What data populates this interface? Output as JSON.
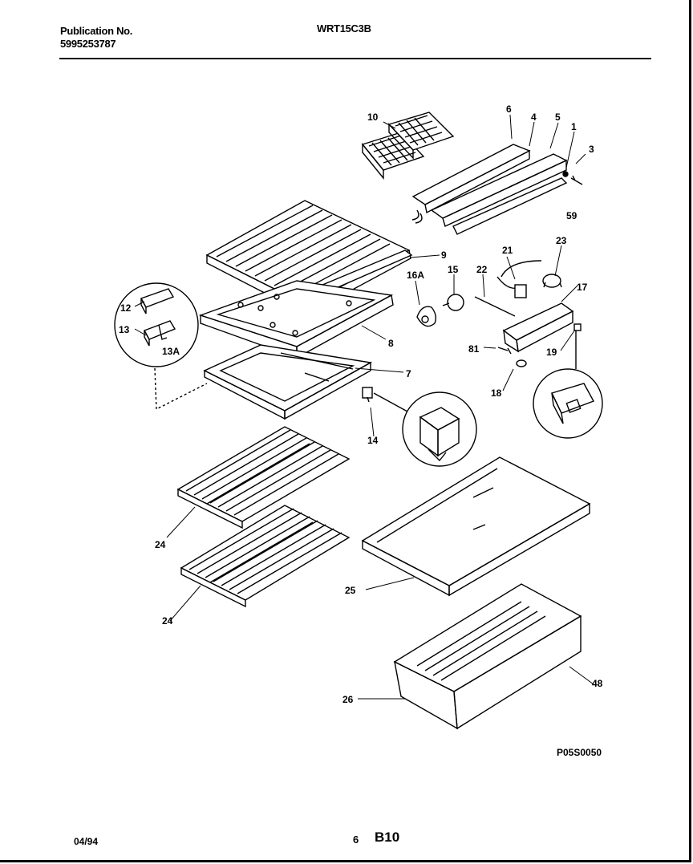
{
  "header": {
    "publication_label": "Publication No.",
    "publication_number": "5995253787",
    "model": "WRT15C3B"
  },
  "diagram": {
    "code": "P05S0050",
    "callouts": {
      "c10": "10",
      "c6a": "6",
      "c4": "4",
      "c5": "5",
      "c1": "1",
      "c3": "3",
      "c59": "59",
      "c9": "9",
      "c15": "15",
      "c16a": "16A",
      "c21": "21",
      "c22": "22",
      "c23": "23",
      "c17": "17",
      "c12": "12",
      "c13": "13",
      "c13a": "13A",
      "c8": "8",
      "c7": "7",
      "c81": "81",
      "c18": "18",
      "c19": "19",
      "c14": "14",
      "c24a": "24",
      "c24b": "24",
      "c25": "25",
      "c48": "48",
      "c26": "26"
    }
  },
  "footer": {
    "date": "04/94",
    "page": "6",
    "section": "B10"
  }
}
